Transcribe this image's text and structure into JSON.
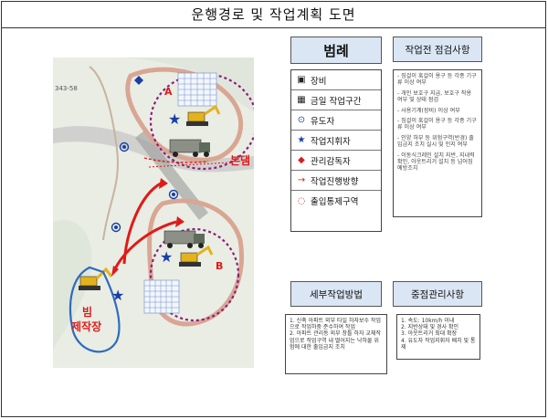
{
  "title": "운행경로 및 작업계획 도면",
  "legend": {
    "title": "범례",
    "items": [
      {
        "symbol": "▣",
        "color": "#222",
        "label": "장비"
      },
      {
        "symbol": "▦",
        "color": "#222",
        "label": "금일 작업구간"
      },
      {
        "symbol": "⊙",
        "color": "#1a3ea8",
        "label": "유도자"
      },
      {
        "symbol": "★",
        "color": "#1a3ea8",
        "label": "작업지휘자"
      },
      {
        "symbol": "◆",
        "color": "#d81c1c",
        "label": "관리감독자"
      },
      {
        "symbol": "→",
        "color": "#d81c1c",
        "label": "작업진행방향"
      },
      {
        "symbol": "◌",
        "color": "#d81c1c",
        "label": "출입통제구역"
      }
    ]
  },
  "pre_check": {
    "title": "작업전 점검사항",
    "items": [
      "- 짐걸이 훅걸이 용구 등 각종 기구류 이상 여부",
      "- 개인 보호구 지급, 보호구 착용 여부 및 상태 점검",
      "- 사용기계(장비) 이상 여부",
      "- 짐걸이 훅걸이 용구 등 각종 기구류 이상 여부",
      "- 인양 하부 등 위험구역(반경) 출입금지 조치 실시 및 인지 여부",
      "- 이동식크레인 설치 지반, 지내력 확인, 아웃트리거 설치 등 넘어짐 예방조치"
    ]
  },
  "detail": {
    "title": "세부작업방법",
    "items": [
      "1. 신축 아파트 외부 타일 하자보수 작업으로 작업하중 준수하여 작업",
      "2. 아파트 관리동 외부 창틀 하자 교체작업으로 작업구역 내 떨어지는 낙하물 위험에 대한 출입금지 조치"
    ]
  },
  "focus": {
    "title": "중점관리사항",
    "items": [
      "1. 속도: 10km/h 이내",
      "2. 지반상태 및 경사 확인",
      "3. 아웃트리거 최대 확장",
      "4. 유도자 작업지휘자 배치 및 통제"
    ]
  },
  "map": {
    "lot_number": "343-58",
    "zone_a": "A",
    "zone_b": "B",
    "dam_label": "본댐",
    "yard_label_1": "빔",
    "yard_label_2": "제작장"
  }
}
